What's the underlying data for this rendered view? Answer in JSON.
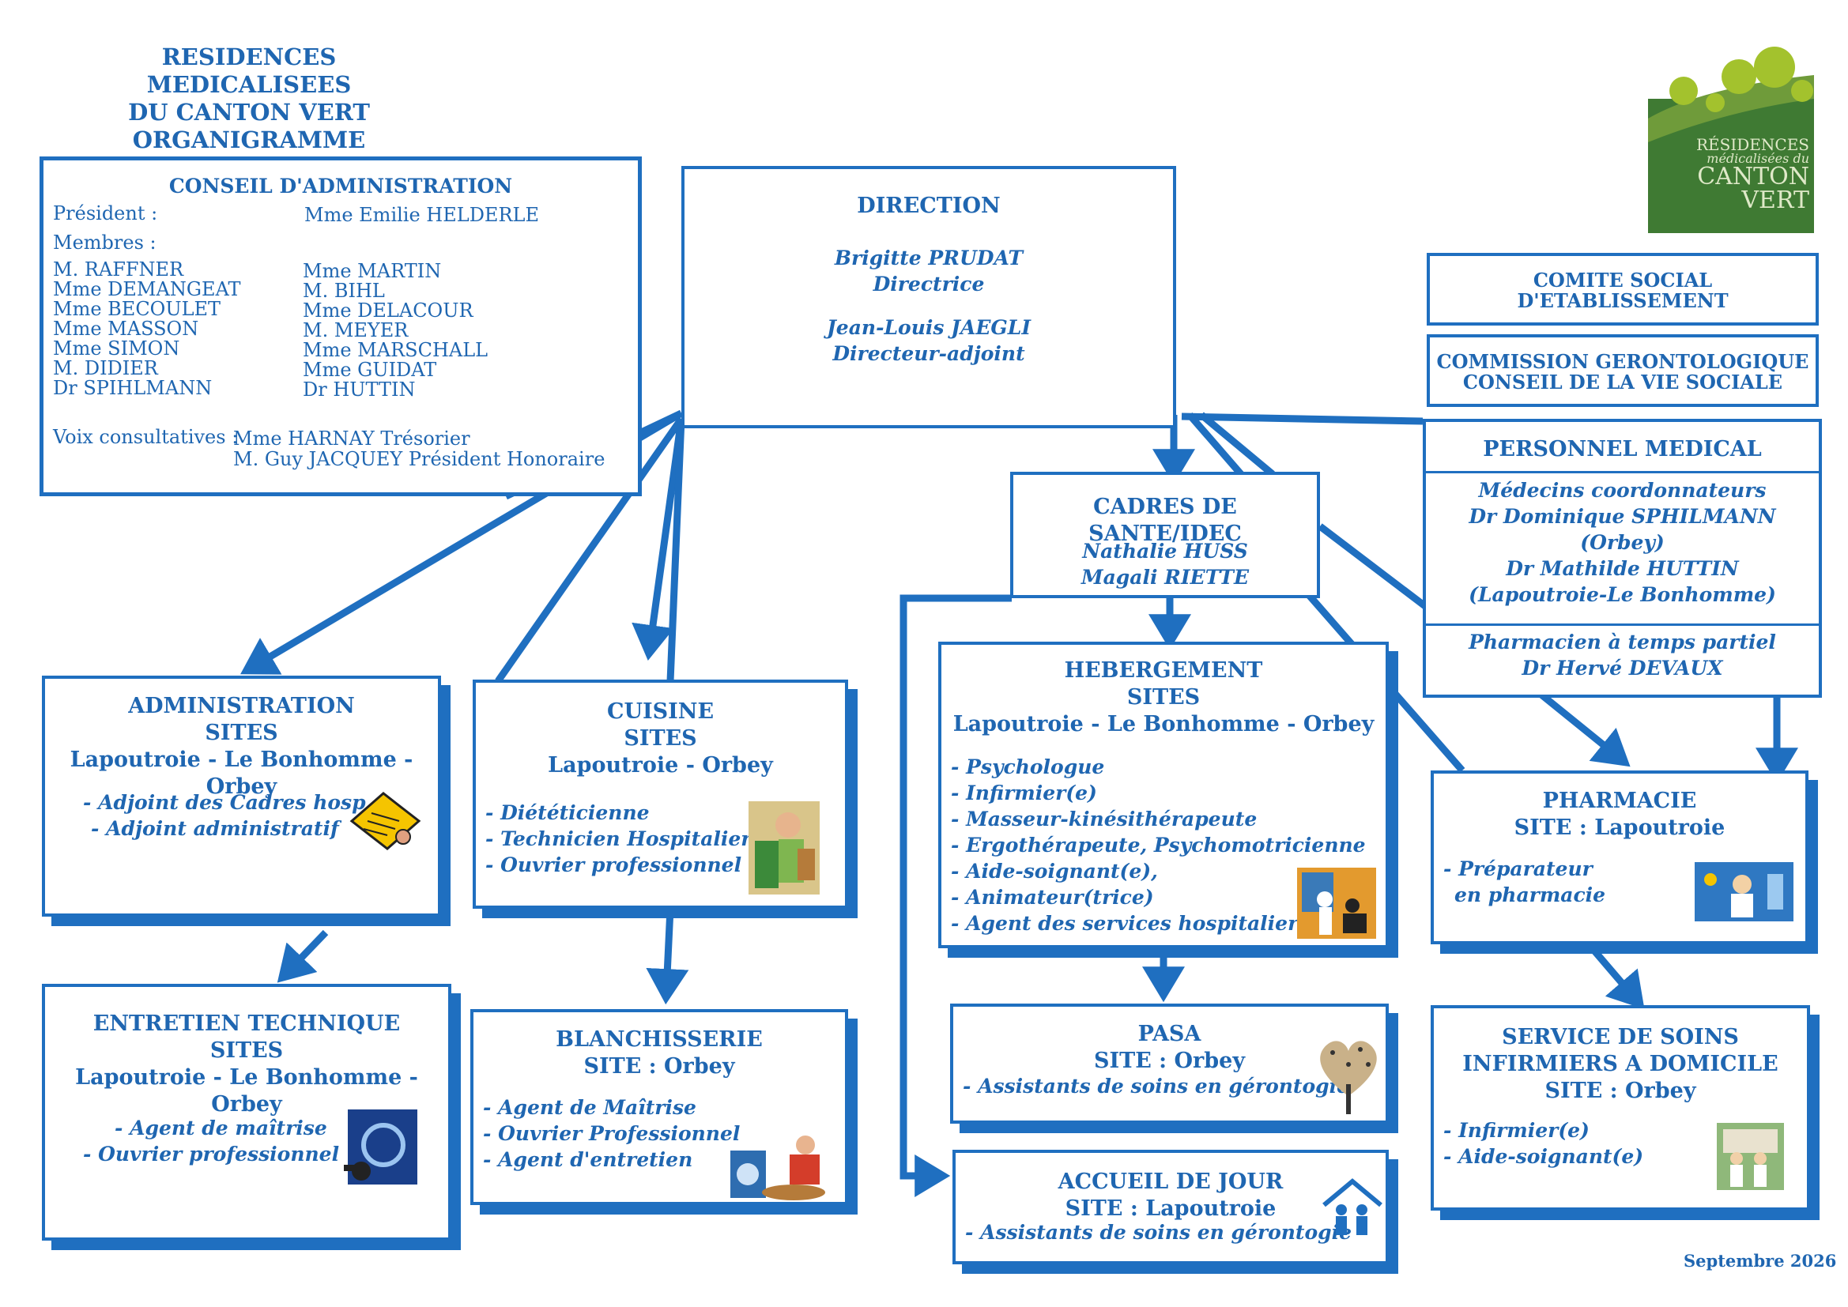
{
  "header": {
    "line1": "RESIDENCES MEDICALISEES",
    "line2": "DU CANTON VERT",
    "line3": "ORGANIGRAMME"
  },
  "logo": {
    "line1": "RÉSIDENCES",
    "line2": "médicalisées du",
    "line3": "CANTON",
    "line4": "VERT",
    "colors": {
      "green_dark": "#3f7a33",
      "green_light": "#a3c22d",
      "green_mid": "#6f9b3a"
    }
  },
  "conseil": {
    "title": "CONSEIL D'ADMINISTRATION",
    "president_label": "Président :",
    "president_name": "Mme Emilie HELDERLE",
    "members_label": "Membres :",
    "members_left": [
      "M. RAFFNER",
      "Mme DEMANGEAT",
      "Mme BECOULET",
      "Mme MASSON",
      "Mme SIMON",
      "M. DIDIER",
      "Dr SPIHLMANN"
    ],
    "members_right": [
      "Mme MARTIN",
      "M. BIHL",
      "Mme DELACOUR",
      "M. MEYER",
      "Mme MARSCHALL",
      "Mme GUIDAT",
      "Dr HUTTIN"
    ],
    "voix_label": "Voix consultatives :",
    "voix_1": "Mme HARNAY Trésorier",
    "voix_2": "M. Guy JACQUEY Président Honoraire"
  },
  "direction": {
    "title": "DIRECTION",
    "name1": "Brigitte PRUDAT",
    "role1": "Directrice",
    "name2": "Jean-Louis JAEGLI",
    "role2": "Directeur-adjoint"
  },
  "comite": {
    "line1": "COMITE SOCIAL",
    "line2": "D'ETABLISSEMENT"
  },
  "commission": {
    "line1": "COMMISSION GERONTOLOGIQUE",
    "line2": "CONSEIL DE LA VIE SOCIALE"
  },
  "personnel": {
    "title": "PERSONNEL MEDICAL",
    "l1": "Médecins coordonnateurs",
    "l2": "Dr Dominique SPHILMANN",
    "l3": "(Orbey)",
    "l4": "Dr Mathilde HUTTIN",
    "l5": "(Lapoutroie-Le Bonhomme)",
    "l6": "Pharmacien à temps partiel",
    "l7": "Dr Hervé DEVAUX"
  },
  "cadres": {
    "title": "CADRES DE SANTE/IDEC",
    "name1": "Nathalie HUSS",
    "name2": "Magali RIETTE"
  },
  "administration": {
    "title": "ADMINISTRATION",
    "sites": "SITES",
    "places": "Lapoutroie -  Le Bonhomme - Orbey",
    "items": [
      "- Adjoint des Cadres hosp.",
      "- Adjoint administratif"
    ]
  },
  "cuisine": {
    "title": "CUISINE",
    "sites": "SITES",
    "places": "Lapoutroie - Orbey",
    "items": [
      "- Diététicienne",
      "- Technicien Hospitalier",
      "- Ouvrier professionnel"
    ]
  },
  "hebergement": {
    "title": "HEBERGEMENT",
    "sites": "SITES",
    "places": "Lapoutroie -  Le Bonhomme - Orbey",
    "items": [
      "- Psychologue",
      "- Infirmier(e)",
      "- Masseur-kinésithérapeute",
      "- Ergothérapeute, Psychomotricienne",
      "- Aide-soignant(e),",
      "- Animateur(trice)",
      "- Agent des services hospitaliers"
    ]
  },
  "pharmacie": {
    "title": "PHARMACIE",
    "site": "SITE : Lapoutroie",
    "items": [
      "- Préparateur",
      "en pharmacie"
    ]
  },
  "entretien": {
    "title": "ENTRETIEN TECHNIQUE",
    "sites": "SITES",
    "places": "Lapoutroie -  Le Bonhomme - Orbey",
    "items": [
      "- Agent de maîtrise",
      "- Ouvrier professionnel"
    ]
  },
  "blanchisserie": {
    "title": "BLANCHISSERIE",
    "site": "SITE : Orbey",
    "items": [
      "- Agent de Maîtrise",
      "- Ouvrier Professionnel",
      "- Agent d'entretien"
    ]
  },
  "pasa": {
    "title": "PASA",
    "site": "SITE : Orbey",
    "items": [
      "- Assistants de soins en gérontogie"
    ]
  },
  "accueil": {
    "title": "ACCUEIL DE JOUR",
    "site": "SITE : Lapoutroie",
    "items": [
      "- Assistants  de soins en gérontogie"
    ]
  },
  "ssiad": {
    "line1": "SERVICE DE SOINS",
    "line2": "INFIRMIERS A DOMICILE",
    "site": "SITE : Orbey",
    "items": [
      "- Infirmier(e)",
      "- Aide-soignant(e)"
    ]
  },
  "footer": {
    "date": "Septembre 2026"
  },
  "theme": {
    "blue": "#1f66b1",
    "line_blue": "#1f6fc0"
  }
}
